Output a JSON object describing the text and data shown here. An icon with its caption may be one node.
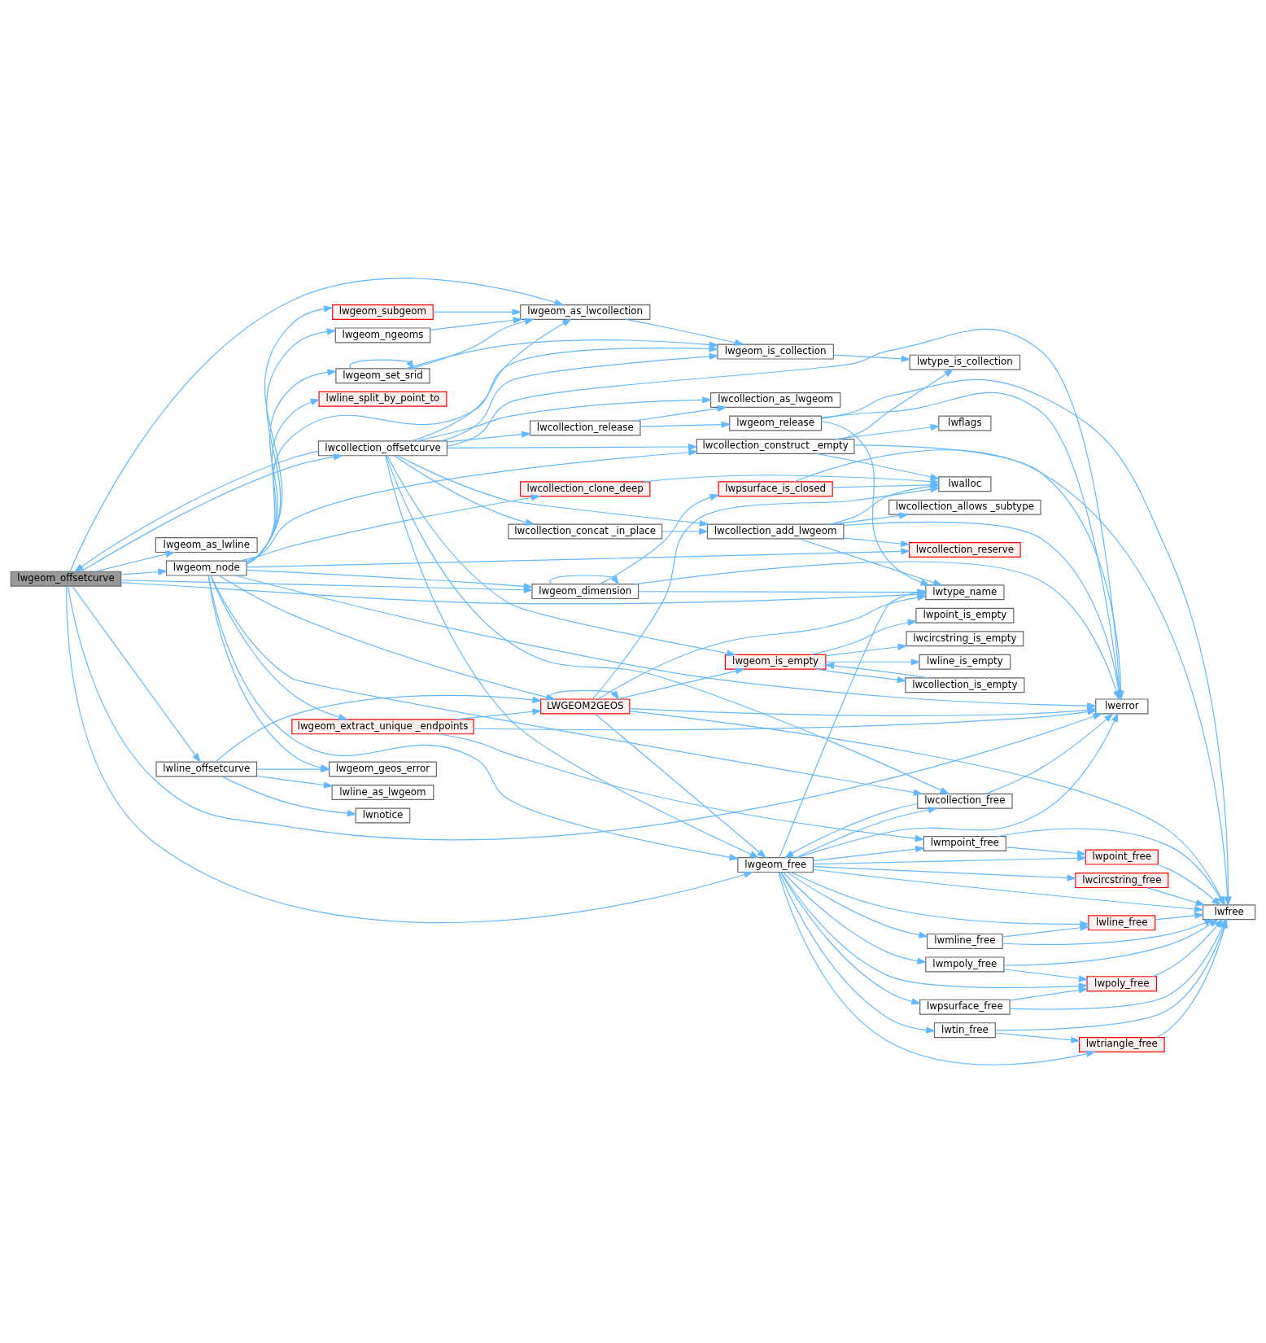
{
  "diagram": {
    "nodes": [
      {
        "text": [
          "lwgeom_offsetcurve"
        ]
      },
      {
        "text": [
          "lwcollection_offsetcurve"
        ]
      },
      {
        "text": [
          "lwgeom_node"
        ]
      },
      {
        "text": [
          "lwgeom_as_lwline"
        ]
      },
      {
        "text": [
          "lwline_offsetcurve"
        ]
      },
      {
        "text": [
          "lwcollection_release"
        ]
      },
      {
        "text": [
          "lwcollection_as_lwgeom"
        ]
      },
      {
        "text": [
          "lwgeom_release"
        ]
      },
      {
        "text": [
          "lwgeom_dimension"
        ]
      },
      {
        "text": [
          "lwtype_name"
        ]
      },
      {
        "text": [
          "lwcollection_reserve"
        ]
      },
      {
        "text": [
          "lwcollection_concat _in_place"
        ]
      },
      {
        "text": [
          "lwcollection_add_lwgeom"
        ]
      },
      {
        "text": [
          "lwcollection_allows _subtype"
        ]
      },
      {
        "text": [
          "lwcollection_clone_deep"
        ]
      },
      {
        "text": [
          "lwpsurface_is_closed"
        ]
      },
      {
        "text": [
          "lwalloc"
        ]
      },
      {
        "text": [
          "lwcollection_construct _empty"
        ]
      },
      {
        "text": [
          "lwflags"
        ]
      },
      {
        "text": [
          "lwtype_is_collection"
        ]
      },
      {
        "text": [
          "lwgeom_set_srid"
        ]
      },
      {
        "text": [
          "lwline_split_by_point_to"
        ]
      },
      {
        "text": [
          "lwgeom_is_collection"
        ]
      },
      {
        "text": [
          "lwgeom_subgeom"
        ]
      },
      {
        "text": [
          "lwerror"
        ]
      },
      {
        "text": [
          "lwgeom_ngeoms"
        ]
      },
      {
        "text": [
          "lwgeom_as_lwcollection"
        ]
      },
      {
        "text": [
          "lwgeom_extract_unique _endpoints"
        ]
      },
      {
        "text": [
          "LWGEOM2GEOS"
        ]
      },
      {
        "text": [
          "lwpoint_is_empty"
        ]
      },
      {
        "text": [
          "lwcircstring_is_empty"
        ]
      },
      {
        "text": [
          "lwcollection_is_empty"
        ]
      },
      {
        "text": [
          "lwgeom_is_empty"
        ]
      },
      {
        "text": [
          "lwline_is_empty"
        ]
      },
      {
        "text": [
          "lwmpoint_free"
        ]
      },
      {
        "text": [
          "lwcollection_free"
        ]
      },
      {
        "text": [
          "lwgeom_free"
        ]
      },
      {
        "text": [
          "lwpoint_free"
        ]
      },
      {
        "text": [
          "lwcircstring_free"
        ]
      },
      {
        "text": [
          "lwgeom_geos_error"
        ]
      },
      {
        "text": [
          "lwline_free"
        ]
      },
      {
        "text": [
          "lwfree"
        ]
      },
      {
        "text": [
          "lwmline_free"
        ]
      },
      {
        "text": [
          "lwline_as_lwgeom"
        ]
      },
      {
        "text": [
          "lwmpoly_free"
        ]
      },
      {
        "text": [
          "lwpoly_free"
        ]
      },
      {
        "text": [
          "lwnotice"
        ]
      },
      {
        "text": [
          "lwpsurface_free"
        ]
      },
      {
        "text": [
          "lwtin_free"
        ]
      },
      {
        "text": [
          "lwtriangle_free"
        ]
      }
    ],
    "edges": [
      {
        "from": 0,
        "to": 9,
        "arrow": "to"
      },
      {
        "from": 0,
        "to": 1,
        "arrow": "to"
      },
      {
        "from": 0,
        "to": 2,
        "arrow": "to"
      },
      {
        "from": 0,
        "to": 3,
        "arrow": "to"
      },
      {
        "from": 0,
        "to": 4,
        "arrow": "to"
      },
      {
        "from": 0,
        "to": 26,
        "arrow": "to"
      },
      {
        "from": 0,
        "to": 24,
        "arrow": "to"
      },
      {
        "from": 0,
        "to": 36,
        "arrow": "to"
      },
      {
        "from": 0,
        "to": 8,
        "arrow": "to"
      },
      {
        "from": 1,
        "to": 0,
        "arrow": "to"
      },
      {
        "from": 1,
        "to": 5,
        "arrow": "to"
      },
      {
        "from": 1,
        "to": 6,
        "arrow": "to"
      },
      {
        "from": 1,
        "to": 12,
        "arrow": "to"
      },
      {
        "from": 1,
        "to": 11,
        "arrow": "to"
      },
      {
        "from": 1,
        "to": 17,
        "arrow": "to"
      },
      {
        "from": 1,
        "to": 22,
        "arrow": "to"
      },
      {
        "from": 1,
        "to": 24,
        "arrow": "to"
      },
      {
        "from": 1,
        "to": 32,
        "arrow": "to"
      },
      {
        "from": 1,
        "to": 26,
        "arrow": "to"
      },
      {
        "from": 1,
        "to": 35,
        "arrow": "to"
      },
      {
        "from": 1,
        "to": 36,
        "arrow": "to"
      },
      {
        "from": 2,
        "to": 8,
        "arrow": "to"
      },
      {
        "from": 2,
        "to": 10,
        "arrow": "to"
      },
      {
        "from": 2,
        "to": 14,
        "arrow": "to"
      },
      {
        "from": 2,
        "to": 17,
        "arrow": "to"
      },
      {
        "from": 2,
        "to": 22,
        "arrow": "to"
      },
      {
        "from": 2,
        "to": 20,
        "arrow": "to"
      },
      {
        "from": 2,
        "to": 21,
        "arrow": "to"
      },
      {
        "from": 2,
        "to": 23,
        "arrow": "to"
      },
      {
        "from": 2,
        "to": 25,
        "arrow": "to"
      },
      {
        "from": 2,
        "to": 24,
        "arrow": "to"
      },
      {
        "from": 2,
        "to": 27,
        "arrow": "to"
      },
      {
        "from": 2,
        "to": 28,
        "arrow": "to"
      },
      {
        "from": 2,
        "to": 35,
        "arrow": "to"
      },
      {
        "from": 2,
        "to": 36,
        "arrow": "to"
      },
      {
        "from": 2,
        "to": 39,
        "arrow": "to"
      },
      {
        "from": 5,
        "to": 6,
        "arrow": "to"
      },
      {
        "from": 5,
        "to": 7,
        "arrow": "to"
      },
      {
        "from": 7,
        "to": 9,
        "arrow": "to"
      },
      {
        "from": 7,
        "to": 41,
        "arrow": "to"
      },
      {
        "from": 7,
        "to": 24,
        "arrow": "to"
      },
      {
        "from": 8,
        "to": 8,
        "arrow": "to"
      },
      {
        "from": 8,
        "to": 9,
        "arrow": "to"
      },
      {
        "from": 8,
        "to": 15,
        "arrow": "to"
      },
      {
        "from": 8,
        "to": 24,
        "arrow": "to"
      },
      {
        "from": 11,
        "to": 12,
        "arrow": "to"
      },
      {
        "from": 12,
        "to": 9,
        "arrow": "to"
      },
      {
        "from": 12,
        "to": 10,
        "arrow": "to"
      },
      {
        "from": 12,
        "to": 13,
        "arrow": "to"
      },
      {
        "from": 12,
        "to": 16,
        "arrow": "to"
      },
      {
        "from": 12,
        "to": 24,
        "arrow": "to"
      },
      {
        "from": 14,
        "to": 16,
        "arrow": "to"
      },
      {
        "from": 15,
        "to": 16,
        "arrow": "to"
      },
      {
        "from": 15,
        "to": 41,
        "arrow": "to"
      },
      {
        "from": 17,
        "to": 16,
        "arrow": "to"
      },
      {
        "from": 17,
        "to": 18,
        "arrow": "to"
      },
      {
        "from": 17,
        "to": 19,
        "arrow": "to"
      },
      {
        "from": 17,
        "to": 24,
        "arrow": "to"
      },
      {
        "from": 20,
        "to": 20,
        "arrow": "to"
      },
      {
        "from": 20,
        "to": 22,
        "arrow": "to"
      },
      {
        "from": 20,
        "to": 26,
        "arrow": "to"
      },
      {
        "from": 22,
        "to": 19,
        "arrow": "to"
      },
      {
        "from": 23,
        "to": 26,
        "arrow": "to"
      },
      {
        "from": 25,
        "to": 26,
        "arrow": "to"
      },
      {
        "from": 26,
        "to": 22,
        "arrow": "to"
      },
      {
        "from": 27,
        "to": 28,
        "arrow": "to"
      },
      {
        "from": 27,
        "to": 24,
        "arrow": "to"
      },
      {
        "from": 27,
        "to": 34,
        "arrow": "to"
      },
      {
        "from": 28,
        "to": 28,
        "arrow": "to"
      },
      {
        "from": 28,
        "to": 9,
        "arrow": "to"
      },
      {
        "from": 28,
        "to": 16,
        "arrow": "to"
      },
      {
        "from": 28,
        "to": 24,
        "arrow": "to"
      },
      {
        "from": 28,
        "to": 32,
        "arrow": "to"
      },
      {
        "from": 28,
        "to": 36,
        "arrow": "to"
      },
      {
        "from": 28,
        "to": 41,
        "arrow": "to"
      },
      {
        "from": 32,
        "to": 29,
        "arrow": "to"
      },
      {
        "from": 32,
        "to": 30,
        "arrow": "to"
      },
      {
        "from": 32,
        "to": 31,
        "arrow": "to"
      },
      {
        "from": 32,
        "to": 33,
        "arrow": "to"
      },
      {
        "from": 31,
        "to": 32,
        "arrow": "to"
      },
      {
        "from": 34,
        "to": 37,
        "arrow": "to"
      },
      {
        "from": 34,
        "to": 41,
        "arrow": "to"
      },
      {
        "from": 35,
        "to": 36,
        "arrow": "to"
      },
      {
        "from": 35,
        "to": 24,
        "arrow": "to"
      },
      {
        "from": 36,
        "to": 35,
        "arrow": "to"
      },
      {
        "from": 36,
        "to": 34,
        "arrow": "to"
      },
      {
        "from": 36,
        "to": 37,
        "arrow": "to"
      },
      {
        "from": 36,
        "to": 38,
        "arrow": "to"
      },
      {
        "from": 36,
        "to": 40,
        "arrow": "to"
      },
      {
        "from": 36,
        "to": 42,
        "arrow": "to"
      },
      {
        "from": 36,
        "to": 44,
        "arrow": "to"
      },
      {
        "from": 36,
        "to": 45,
        "arrow": "to"
      },
      {
        "from": 36,
        "to": 47,
        "arrow": "to"
      },
      {
        "from": 36,
        "to": 48,
        "arrow": "to"
      },
      {
        "from": 36,
        "to": 49,
        "arrow": "to"
      },
      {
        "from": 36,
        "to": 9,
        "arrow": "to"
      },
      {
        "from": 36,
        "to": 24,
        "arrow": "to"
      },
      {
        "from": 36,
        "to": 41,
        "arrow": "to"
      },
      {
        "from": 37,
        "to": 41,
        "arrow": "to"
      },
      {
        "from": 38,
        "to": 41,
        "arrow": "to"
      },
      {
        "from": 40,
        "to": 41,
        "arrow": "to"
      },
      {
        "from": 42,
        "to": 40,
        "arrow": "to"
      },
      {
        "from": 42,
        "to": 41,
        "arrow": "to"
      },
      {
        "from": 44,
        "to": 45,
        "arrow": "to"
      },
      {
        "from": 44,
        "to": 41,
        "arrow": "to"
      },
      {
        "from": 45,
        "to": 41,
        "arrow": "to"
      },
      {
        "from": 47,
        "to": 45,
        "arrow": "to"
      },
      {
        "from": 47,
        "to": 41,
        "arrow": "to"
      },
      {
        "from": 48,
        "to": 49,
        "arrow": "to"
      },
      {
        "from": 48,
        "to": 41,
        "arrow": "to"
      },
      {
        "from": 49,
        "to": 41,
        "arrow": "to"
      },
      {
        "from": 4,
        "to": 39,
        "arrow": "to"
      },
      {
        "from": 4,
        "to": 28,
        "arrow": "to"
      },
      {
        "from": 4,
        "to": 43,
        "arrow": "to"
      },
      {
        "from": 4,
        "to": 46,
        "arrow": "to"
      }
    ]
  }
}
